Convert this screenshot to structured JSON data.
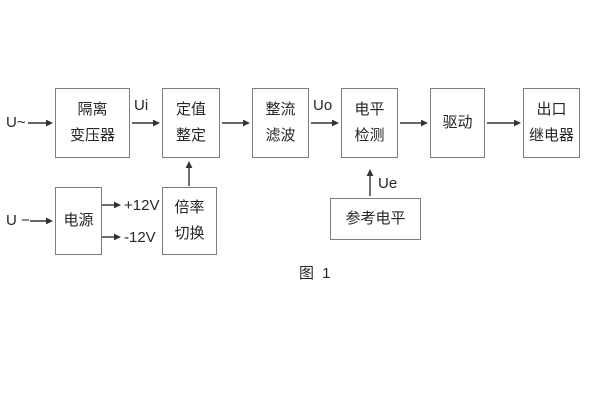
{
  "figure": {
    "caption": "图 1"
  },
  "colors": {
    "line": "#333333",
    "box_border": "#7d7d7d",
    "text": "#262626",
    "background": "#ffffff"
  },
  "blocks": {
    "isolation_transformer": {
      "line1": "隔离",
      "line2": "变压器"
    },
    "value_setting": {
      "line1": "定值",
      "line2": "整定"
    },
    "rectifier_filter": {
      "line1": "整流",
      "line2": "滤波"
    },
    "level_detection": {
      "line1": "电平",
      "line2": "检测"
    },
    "drive": {
      "line1": "驱动"
    },
    "output_relay": {
      "line1": "出口",
      "line2": "继电器"
    },
    "power_supply": {
      "line1": "电源"
    },
    "ratio_switch": {
      "line1": "倍率",
      "line2": "切换"
    },
    "reference_level": {
      "line1": "参考电平"
    }
  },
  "signals": {
    "ac_input": "U~",
    "dc_input": "U −",
    "ui": "Ui",
    "uo": "Uo",
    "ue": "Ue",
    "plus12v": "+12V",
    "minus12v": "-12V"
  }
}
